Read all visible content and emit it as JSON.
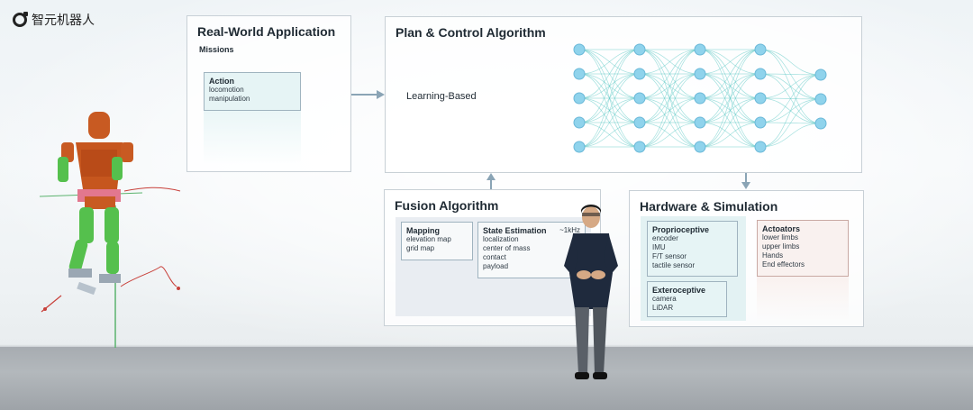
{
  "logo": {
    "text": "智元机器人"
  },
  "real_world": {
    "title": "Real-World Application",
    "missions_label": "Missions",
    "action": {
      "title": "Action",
      "items": [
        "locomotion",
        "manipulation"
      ]
    }
  },
  "plan_control": {
    "title": "Plan & Control Algorithm",
    "method_label": "Learning-Based"
  },
  "fusion": {
    "title": "Fusion Algorithm",
    "mapping": {
      "title": "Mapping",
      "items": [
        "elevation map",
        "grid map"
      ]
    },
    "state_estimation": {
      "title": "State Estimation",
      "rate": "~1kHz",
      "items": [
        "localization",
        "center of mass",
        "contact",
        "payload"
      ]
    }
  },
  "hardware": {
    "title": "Hardware & Simulation",
    "proprioceptive": {
      "title": "Proprioceptive",
      "items": [
        "encoder",
        "IMU",
        "F/T sensor",
        "tactile sensor"
      ]
    },
    "exteroceptive": {
      "title": "Exteroceptive",
      "items": [
        "camera",
        "LiDAR"
      ]
    },
    "actuators": {
      "title": "Actoators",
      "items": [
        "lower limbs",
        "upper limbs",
        "Hands",
        "End effectors"
      ]
    }
  },
  "colors": {
    "panel_border": "#c8d0d6",
    "nn_node": "#8fd3ec",
    "nn_edge": "#58c7c2",
    "arrow": "#8aa4b5"
  },
  "icons": {
    "logo": "robot-logo-icon",
    "arrows": [
      "arrow-right-icon",
      "arrow-up-icon",
      "arrow-down-icon"
    ]
  }
}
